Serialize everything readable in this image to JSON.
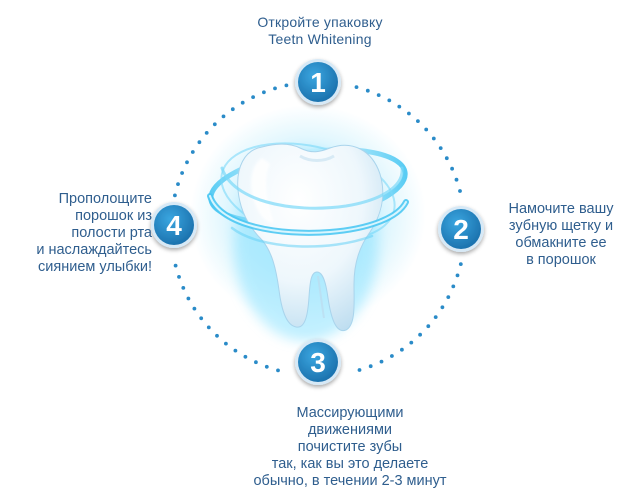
{
  "steps": [
    {
      "number": "1",
      "text": "Откройте упаковку\nTeetn Whitening"
    },
    {
      "number": "2",
      "text": "Намочите вашу\nзубную щетку и\nобмакните ее\nв порошок"
    },
    {
      "number": "3",
      "text": "Массирующими\nдвижениями\nпочистите зубы\nтак, как вы это делаете\nобычно, в течении 2-3 минут"
    },
    {
      "number": "4",
      "text": "Прополощите\nпорошок из\nполости рта\nи наслаждайтесь\nсиянием улыбки!"
    }
  ],
  "colors": {
    "badge": "#2389c5",
    "badge_ring": "#d7e9f6",
    "dots": "#2a8bc8",
    "text": "#2f5e8e",
    "glow": "#5fd0f7"
  },
  "icons": {
    "center": "tooth-icon"
  }
}
